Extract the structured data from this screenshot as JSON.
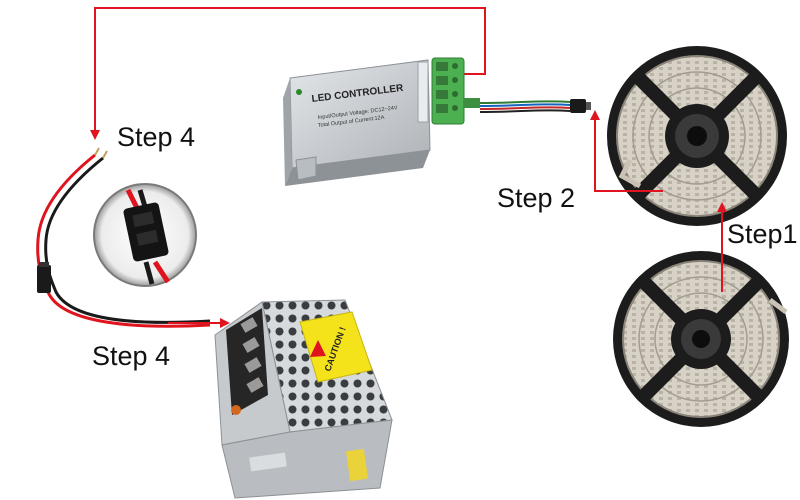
{
  "steps": {
    "step1": "Step1",
    "step2": "Step 2",
    "step4_top": "Step 4",
    "step4_bottom": "Step 4"
  },
  "controller": {
    "title": "LED CONTROLLER",
    "spec_line1": "Input/Output Voltage: DC12~24V",
    "spec_line2": "Total Output of Current:12A"
  },
  "power_supply": {
    "caution": "CAUTION !"
  },
  "colors": {
    "wire_red": "#e0141e",
    "wire_black": "#1a1a1a",
    "controller_body": "#c9cdd1",
    "terminal_green": "#4caf50",
    "reel_black": "#1c1c1c",
    "caution_yellow": "#f4e21b"
  }
}
